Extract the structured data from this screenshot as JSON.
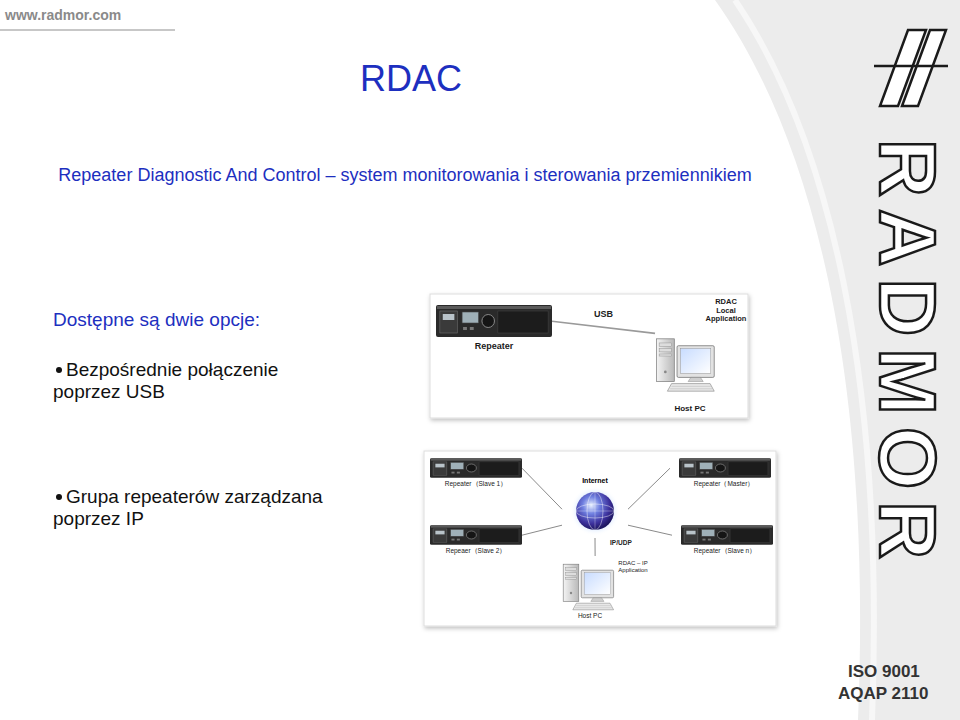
{
  "diagram": {
    "title": "RDAC",
    "nodes": [
      {
        "text": [
          "Repeater"
        ]
      },
      {
        "text": [
          "RDAC Local Application",
          "Host PC"
        ]
      },
      {
        "text": [
          "Repeater（Slave 1）"
        ]
      },
      {
        "text": [
          "Repeater（Master）"
        ]
      },
      {
        "text": [
          "Internet"
        ]
      },
      {
        "text": [
          "Repeaer（Slave 2）"
        ]
      },
      {
        "text": [
          "Repeater（Slave n）"
        ]
      },
      {
        "text": [
          "RDAC – IP Application",
          "Host PC"
        ]
      }
    ],
    "edges": [
      {
        "from": 0,
        "to": 1,
        "label": "USB",
        "arrow": "none"
      },
      {
        "from": 2,
        "to": 4,
        "arrow": "none"
      },
      {
        "from": 3,
        "to": 4,
        "arrow": "none"
      },
      {
        "from": 5,
        "to": 4,
        "arrow": "none"
      },
      {
        "from": 6,
        "to": 4,
        "arrow": "none"
      },
      {
        "from": 4,
        "to": 7,
        "label": "IP/UDP",
        "arrow": "none"
      }
    ],
    "labels": [
      "www.radmor.com",
      "Repeater Diagnostic And Control – system monitorowania i sterowania przemiennikiem",
      "Dostępne są dwie opcje:",
      "Bezpośrednie połączenie poprzez USB",
      "Grupa repeaterów zarządzana poprzez IP",
      "RADMOR",
      "ISO 9001",
      "AQAP 2110"
    ]
  }
}
